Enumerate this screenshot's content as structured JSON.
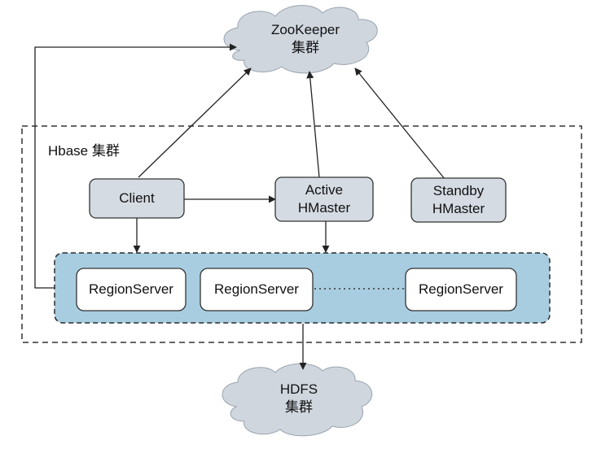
{
  "hbase_cluster": {
    "label": "Hbase 集群"
  },
  "zookeeper": {
    "line1": "ZooKeeper",
    "line2": "集群"
  },
  "hdfs": {
    "line1": "HDFS",
    "line2": "集群"
  },
  "client": {
    "label": "Client"
  },
  "active_hmaster": {
    "line1": "Active",
    "line2": "HMaster"
  },
  "standby_hmaster": {
    "line1": "Standby",
    "line2": "HMaster"
  },
  "region_servers": [
    {
      "label": "RegionServer"
    },
    {
      "label": "RegionServer"
    },
    {
      "label": "RegionServer"
    }
  ],
  "colors": {
    "cloud_fill": "#cfd6de",
    "node_fill": "#d5dbe3",
    "region_group_fill": "#a9cde0",
    "region_server_fill": "#ffffff",
    "line": "#222222"
  }
}
